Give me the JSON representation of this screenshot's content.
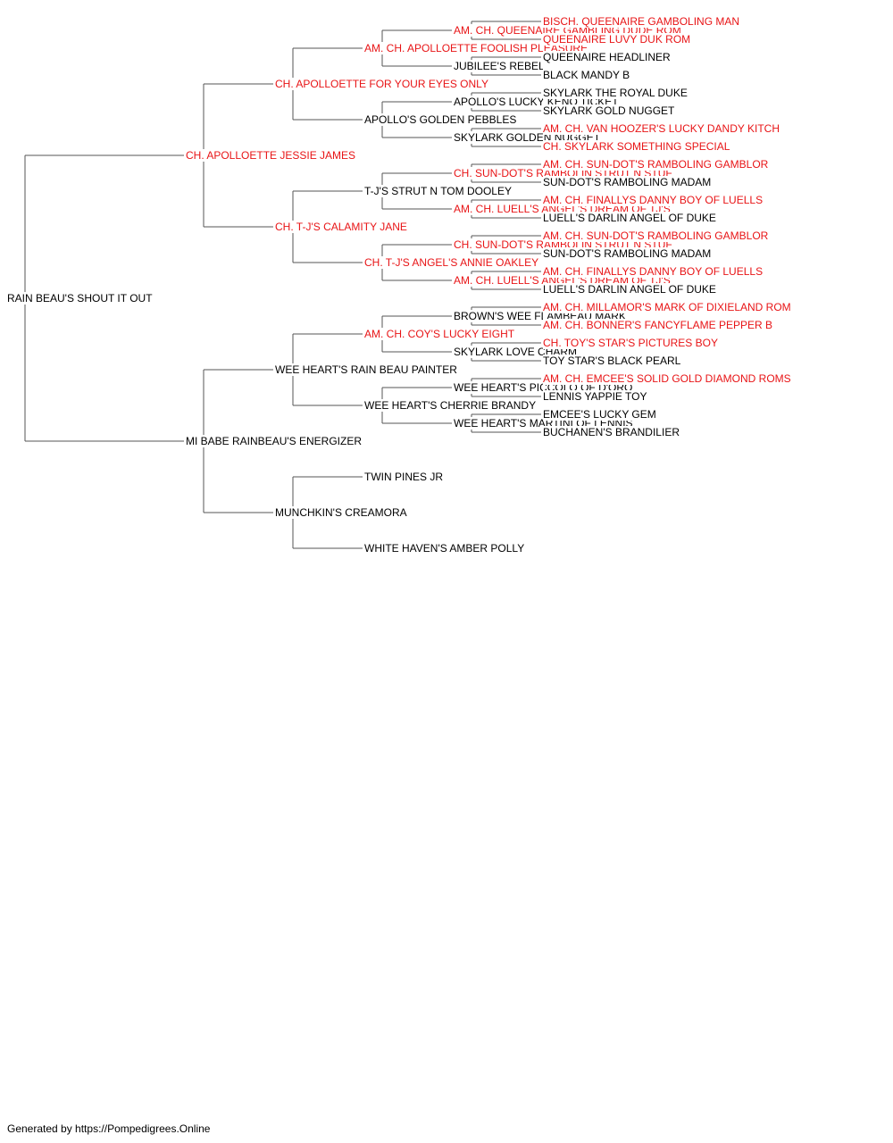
{
  "colors": {
    "champion": "#e81416",
    "normal": "#000000",
    "line": "#555555"
  },
  "dog": {
    "name": "RAIN BEAU'S SHOUT IT OUT",
    "champion": false,
    "sire": {
      "name": "CH. APOLLOETTE JESSIE JAMES",
      "champion": true,
      "sire": {
        "name": "CH. APOLLOETTE FOR YOUR EYES ONLY",
        "champion": true,
        "sire": {
          "name": "AM. CH. APOLLOETTE FOOLISH PLEASURE",
          "champion": true,
          "sire": {
            "name": "AM. CH. QUEENAIRE GAMBLING DUDE ROM",
            "champion": true,
            "sire": {
              "name": "BISCH. QUEENAIRE GAMBOLING MAN",
              "champion": true
            },
            "dam": {
              "name": "QUEENAIRE LUVY DUK ROM",
              "champion": true
            }
          },
          "dam": {
            "name": "JUBILEE'S REBEL",
            "champion": false,
            "sire": {
              "name": "QUEENAIRE HEADLINER",
              "champion": false
            },
            "dam": {
              "name": "BLACK MANDY B",
              "champion": false
            }
          }
        },
        "dam": {
          "name": "APOLLO'S GOLDEN PEBBLES",
          "champion": false,
          "sire": {
            "name": "APOLLO'S LUCKY KENO TICKET",
            "champion": false,
            "sire": {
              "name": "SKYLARK THE ROYAL DUKE",
              "champion": false
            },
            "dam": {
              "name": "SKYLARK GOLD NUGGET",
              "champion": false
            }
          },
          "dam": {
            "name": "SKYLARK GOLDEN NUGGET",
            "champion": false,
            "sire": {
              "name": "AM. CH. VAN HOOZER'S LUCKY DANDY KITCH",
              "champion": true
            },
            "dam": {
              "name": "CH. SKYLARK SOMETHING SPECIAL",
              "champion": true
            }
          }
        }
      },
      "dam": {
        "name": "CH. T-J'S CALAMITY JANE",
        "champion": true,
        "sire": {
          "name": "T-J'S STRUT N TOM DOOLEY",
          "champion": false,
          "sire": {
            "name": "CH. SUN-DOT'S RAMBOLIN STRUT N STUF",
            "champion": true,
            "sire": {
              "name": "AM. CH. SUN-DOT'S RAMBOLING GAMBLOR",
              "champion": true
            },
            "dam": {
              "name": "SUN-DOT'S RAMBOLING MADAM",
              "champion": false
            }
          },
          "dam": {
            "name": "AM. CH. LUELL'S ANGEL'S DREAM OF TJ'S",
            "champion": true,
            "sire": {
              "name": "AM. CH. FINALLYS DANNY BOY OF LUELLS",
              "champion": true
            },
            "dam": {
              "name": "LUELL'S DARLIN ANGEL OF DUKE",
              "champion": false
            }
          }
        },
        "dam": {
          "name": "CH. T-J'S ANGEL'S ANNIE OAKLEY",
          "champion": true,
          "sire": {
            "name": "CH. SUN-DOT'S RAMBOLIN STRUT N STUF",
            "champion": true,
            "sire": {
              "name": "AM. CH. SUN-DOT'S RAMBOLING GAMBLOR",
              "champion": true
            },
            "dam": {
              "name": "SUN-DOT'S RAMBOLING MADAM",
              "champion": false
            }
          },
          "dam": {
            "name": "AM. CH. LUELL'S ANGEL'S DREAM OF TJ'S",
            "champion": true,
            "sire": {
              "name": "AM. CH. FINALLYS DANNY BOY OF LUELLS",
              "champion": true
            },
            "dam": {
              "name": "LUELL'S DARLIN ANGEL OF DUKE",
              "champion": false
            }
          }
        }
      }
    },
    "dam": {
      "name": "MI BABE RAINBEAU'S ENERGIZER",
      "champion": false,
      "sire": {
        "name": "WEE HEART'S RAIN BEAU PAINTER",
        "champion": false,
        "sire": {
          "name": "AM. CH. COY'S LUCKY EIGHT",
          "champion": true,
          "sire": {
            "name": "BROWN'S WEE FLAMBEAU MARK",
            "champion": false,
            "sire": {
              "name": "AM. CH. MILLAMOR'S MARK OF DIXIELAND ROM",
              "champion": true
            },
            "dam": {
              "name": "AM. CH. BONNER'S FANCYFLAME PEPPER B",
              "champion": true
            }
          },
          "dam": {
            "name": "SKYLARK LOVE CHARM",
            "champion": false,
            "sire": {
              "name": "CH. TOY'S STAR'S PICTURES BOY",
              "champion": true
            },
            "dam": {
              "name": "TOY STAR'S BLACK PEARL",
              "champion": false
            }
          }
        },
        "dam": {
          "name": "WEE HEART'S CHERRIE BRANDY",
          "champion": false,
          "sire": {
            "name": "WEE HEART'S PICCOLO OF D'ORO",
            "champion": false,
            "sire": {
              "name": "AM. CH. EMCEE'S SOLID GOLD DIAMOND ROMS",
              "champion": true
            },
            "dam": {
              "name": "LENNIS YAPPIE TOY",
              "champion": false
            }
          },
          "dam": {
            "name": "WEE HEART'S MARTINI OF LENNIS",
            "champion": false,
            "sire": {
              "name": "EMCEE'S LUCKY GEM",
              "champion": false
            },
            "dam": {
              "name": "BUCHANEN'S BRANDILIER",
              "champion": false
            }
          }
        }
      },
      "dam": {
        "name": "MUNCHKIN'S CREAMORA",
        "champion": false,
        "sire": {
          "name": "TWIN PINES JR",
          "champion": false
        },
        "dam": {
          "name": "WHITE HAVEN'S AMBER POLLY",
          "champion": false
        }
      }
    }
  },
  "footer": {
    "text": "Generated by https://Pompedigrees.Online"
  }
}
